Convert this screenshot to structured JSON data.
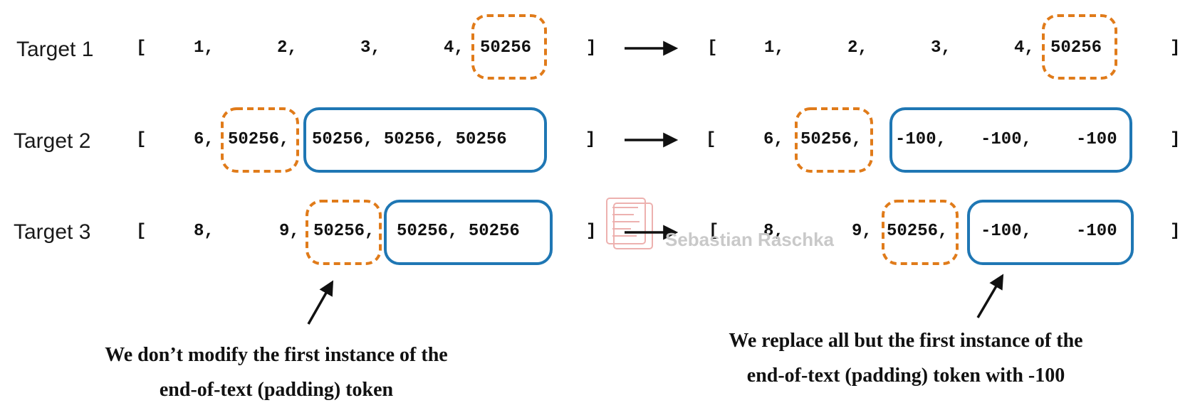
{
  "rows": [
    {
      "label": "Target 1",
      "left": {
        "open": "[",
        "tokens": [
          "1,",
          "2,",
          "3,",
          "4,",
          "50256"
        ],
        "close": "]"
      },
      "right": {
        "open": "[",
        "tokens": [
          "1,",
          "2,",
          "3,",
          "4,",
          "50256"
        ],
        "close": "]"
      }
    },
    {
      "label": "Target 2",
      "left": {
        "open": "[",
        "tokens": [
          "6,",
          "50256,",
          "50256, 50256, 50256"
        ],
        "close": "]"
      },
      "right": {
        "open": "[",
        "tokens": [
          "6,",
          "50256,",
          "-100,",
          "-100,",
          "-100"
        ],
        "close": "]"
      }
    },
    {
      "label": "Target 3",
      "left": {
        "open": "[",
        "tokens": [
          "8,",
          "9,",
          "50256,",
          "50256, 50256"
        ],
        "close": "]"
      },
      "right": {
        "open": "[",
        "tokens": [
          "8,",
          "9,",
          "50256,",
          "-100,",
          "-100"
        ],
        "close": "]"
      }
    }
  ],
  "captions": {
    "left": [
      "We don’t modify the first instance of the",
      "end-of-text (padding) token"
    ],
    "right": [
      "We replace all but the first instance of the",
      "end-of-text (padding) token with -100"
    ]
  },
  "watermark": {
    "text": "Sebastian Raschka"
  },
  "colors": {
    "first_eot": "#e07b1a",
    "replaced": "#1f77b4",
    "text": "#111111",
    "watermark": "#d9534f"
  },
  "icons": {
    "arrow": "right-arrow-icon",
    "pointer": "diagonal-arrow-icon",
    "logo": "watermark-logo-icon"
  }
}
